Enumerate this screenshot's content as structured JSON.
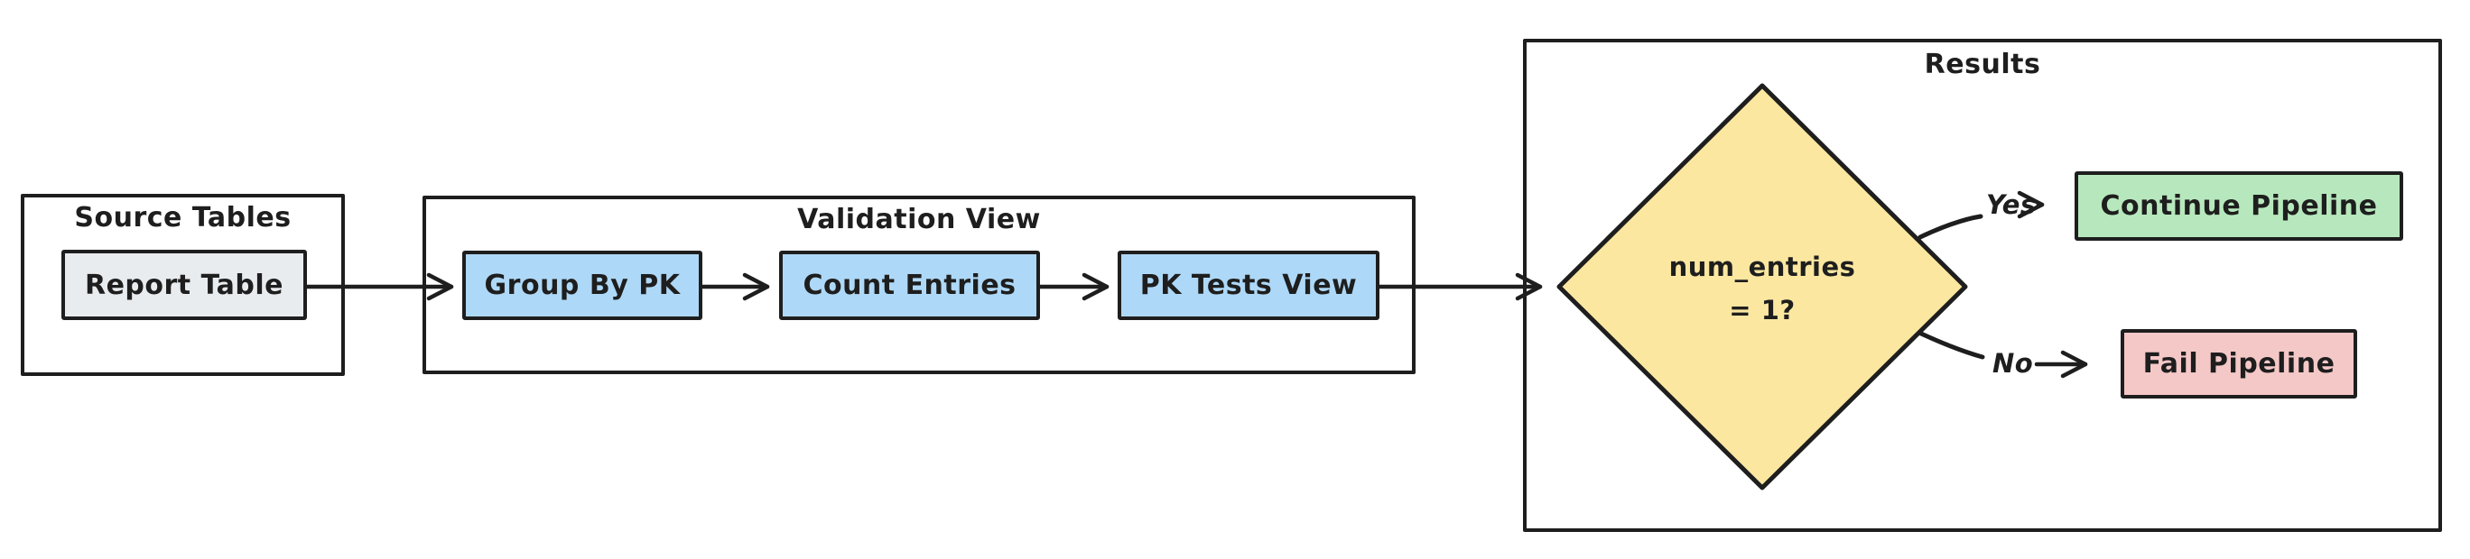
{
  "colors": {
    "stroke": "#1e1e1e",
    "background": "#ffffff",
    "node_blue": "#aed8f7",
    "node_yellow": "#fbe7a0",
    "node_green": "#b7e8bd",
    "node_red": "#f5c8c8",
    "node_gray": "#e9ecef"
  },
  "groups": {
    "source": {
      "title": "Source Tables"
    },
    "validation": {
      "title": "Validation View"
    },
    "results": {
      "title": "Results"
    }
  },
  "nodes": {
    "report_table": {
      "label": "Report Table",
      "fill": "#e9ecef"
    },
    "group_by_pk": {
      "label": "Group By PK",
      "fill": "#aed8f7"
    },
    "count_entries": {
      "label": "Count Entries",
      "fill": "#aed8f7"
    },
    "pk_tests_view": {
      "label": "PK Tests View",
      "fill": "#aed8f7"
    },
    "decision": {
      "line1": "num_entries",
      "line2": "= 1?",
      "fill": "#fbe7a0"
    },
    "continue_pipeline": {
      "label": "Continue Pipeline",
      "fill": "#b7e8bd"
    },
    "fail_pipeline": {
      "label": "Fail Pipeline",
      "fill": "#f5c8c8"
    }
  },
  "edges": {
    "yes_label": "Yes",
    "no_label": "No"
  }
}
